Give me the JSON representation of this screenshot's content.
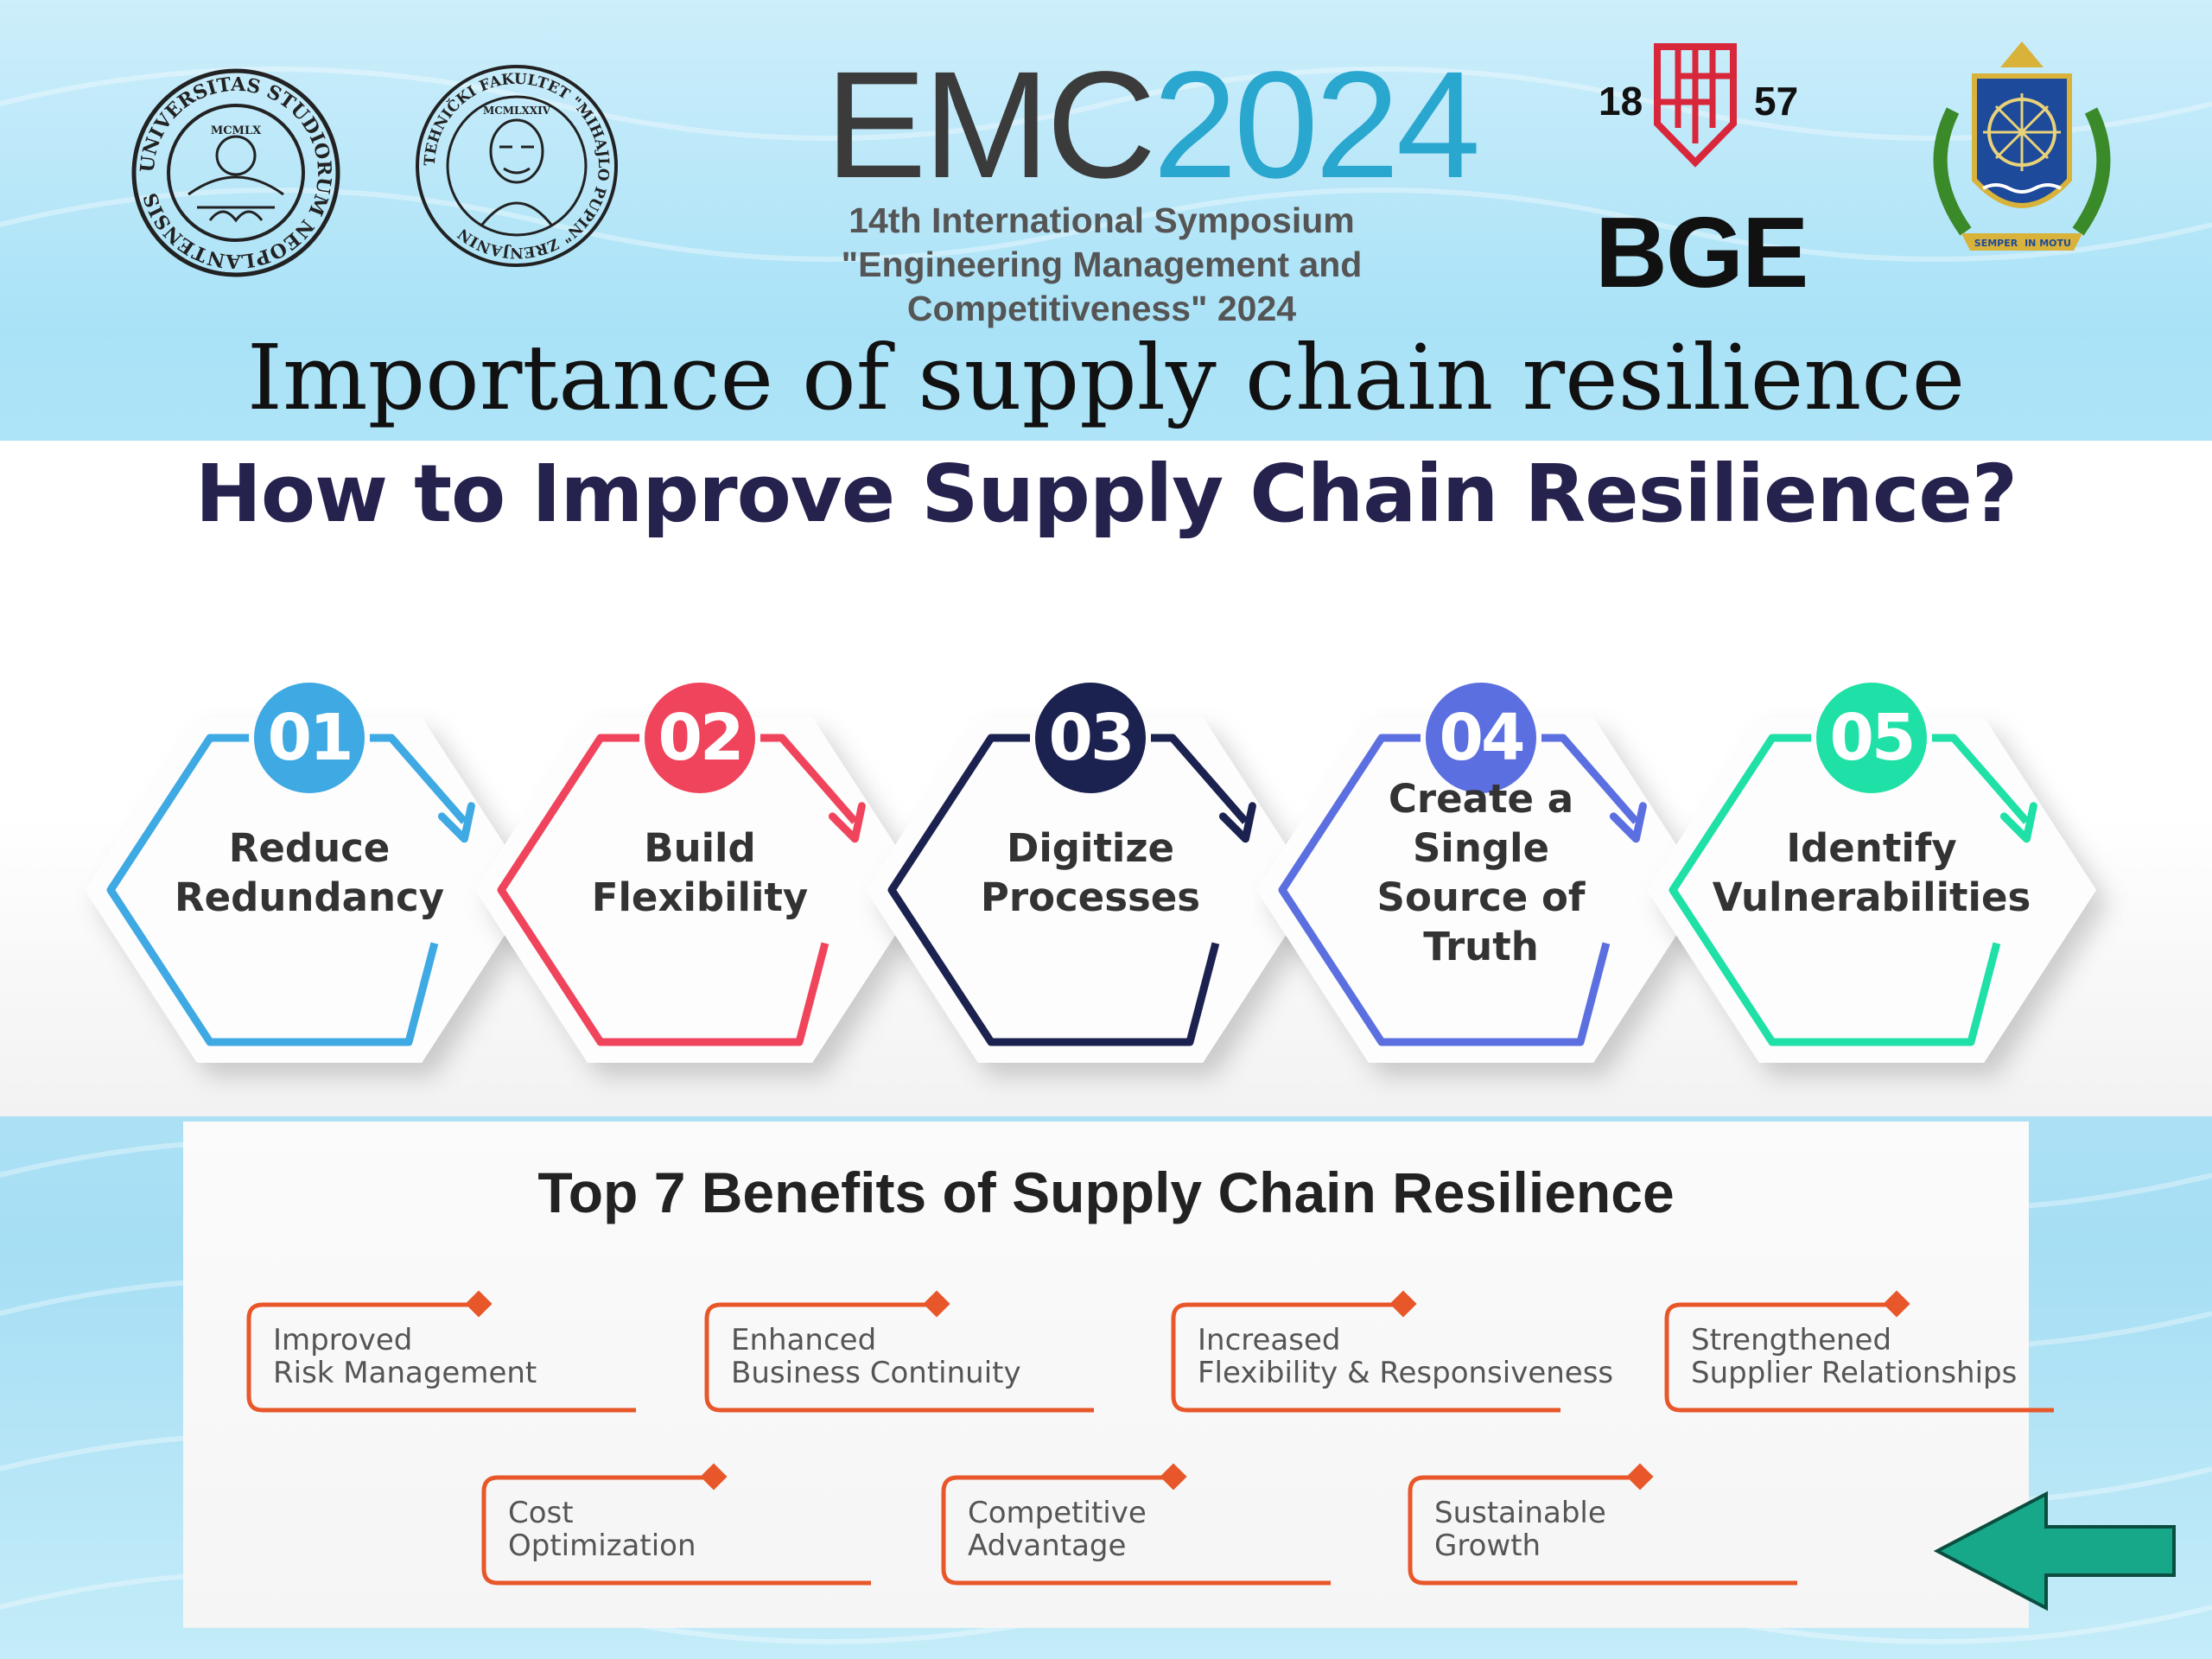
{
  "header": {
    "left_logo_1": {
      "name": "university-novi-sad-seal",
      "text": "UNIVERSITAS STUDIORUM NEOPLANTENSIS",
      "year": "MCMLX"
    },
    "left_logo_2": {
      "name": "technical-faculty-mihajlo-pupin-seal",
      "text": "TEHNIČKI FAKULTET \"MIHAJLO PUPIN\" ZRENJANIN",
      "year": "MCMLXXIV"
    },
    "conference": {
      "name_prefix": "EMC",
      "name_year": "2024",
      "subtitle_lines": [
        "14th International Symposium",
        "\"Engineering Management and",
        "Competitiveness\" 2024"
      ]
    },
    "bge": {
      "year_left": "18",
      "year_right": "57",
      "label": "BGE"
    },
    "right_logo": {
      "name": "coat-of-arms-emblem",
      "motto_left": "SEMPER",
      "motto_right": "IN MOTU"
    }
  },
  "slide_title": "Importance of supply chain resilience",
  "improve": {
    "heading": "How to Improve Supply Chain Resilience?",
    "steps": [
      {
        "num": "01",
        "lines": [
          "Reduce",
          "Redundancy"
        ],
        "color": "#3ea9e3"
      },
      {
        "num": "02",
        "lines": [
          "Build",
          "Flexibility"
        ],
        "color": "#f0445c"
      },
      {
        "num": "03",
        "lines": [
          "Digitize",
          "Processes"
        ],
        "color": "#1c2250"
      },
      {
        "num": "04",
        "lines": [
          "Create a",
          "Single",
          "Source of",
          "Truth"
        ],
        "color": "#5b6fe0"
      },
      {
        "num": "05",
        "lines": [
          "Identify",
          "Vulnerabilities"
        ],
        "color": "#1fe0a6"
      }
    ]
  },
  "benefits": {
    "heading": "Top 7 Benefits of Supply Chain Resilience",
    "accent_color": "#e8572a",
    "items": [
      {
        "lines": [
          "Improved",
          "Risk Management"
        ]
      },
      {
        "lines": [
          "Enhanced",
          "Business Continuity"
        ]
      },
      {
        "lines": [
          "Increased",
          "Flexibility & Responsiveness"
        ]
      },
      {
        "lines": [
          "Strengthened",
          "Supplier Relationships"
        ]
      },
      {
        "lines": [
          "Cost",
          "Optimization"
        ]
      },
      {
        "lines": [
          "Competitive",
          "Advantage"
        ]
      },
      {
        "lines": [
          "Sustainable",
          "Growth"
        ]
      }
    ]
  },
  "nav_arrow": {
    "name": "back-arrow-icon",
    "color": "#17a88a"
  }
}
